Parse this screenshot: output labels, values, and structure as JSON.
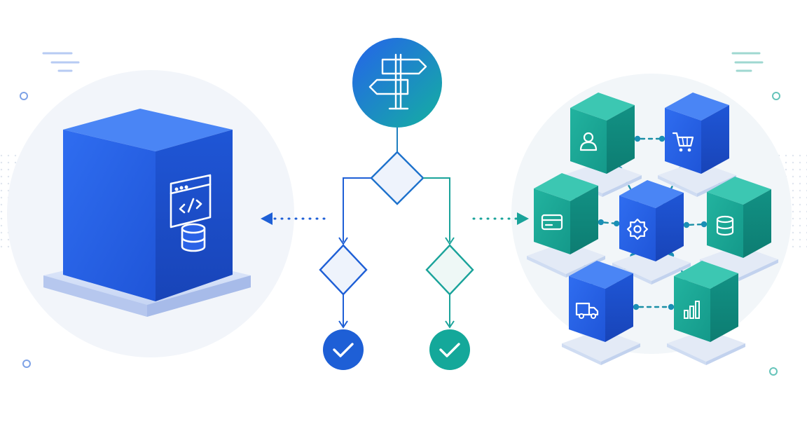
{
  "diagram": {
    "left_node": {
      "name": "monolith",
      "icons": [
        "code-window-icon",
        "database-icon"
      ]
    },
    "decision": {
      "root_icon": "signpost-icon",
      "branches": [
        {
          "side": "left",
          "result_icon": "check-icon"
        },
        {
          "side": "right",
          "result_icon": "check-icon"
        }
      ]
    },
    "right_cluster": {
      "services": [
        {
          "id": "user",
          "icon": "user-icon"
        },
        {
          "id": "cart",
          "icon": "cart-icon"
        },
        {
          "id": "payment",
          "icon": "card-icon"
        },
        {
          "id": "core",
          "icon": "gear-icon"
        },
        {
          "id": "data",
          "icon": "database-icon"
        },
        {
          "id": "shipping",
          "icon": "truck-icon"
        },
        {
          "id": "analytics",
          "icon": "bar-chart-icon"
        }
      ]
    }
  },
  "colors": {
    "blue": "#2563eb",
    "blue_dark": "#1d4ed8",
    "teal": "#14a89a",
    "teal_dark": "#0f8f86",
    "halo": "#f1f5fb",
    "line_blue": "#1e5fd6",
    "line_teal": "#1aa39a"
  }
}
